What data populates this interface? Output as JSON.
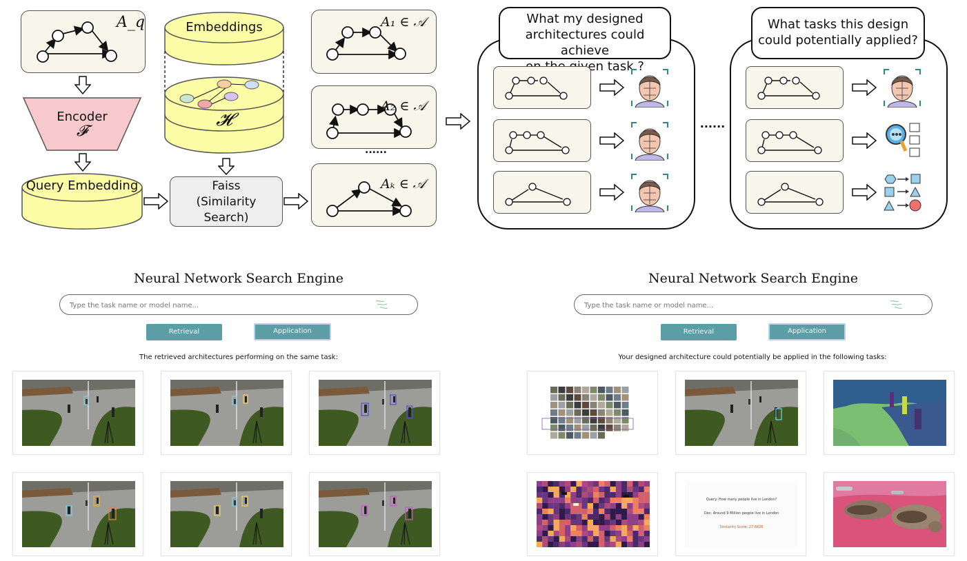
{
  "pipeline": {
    "query_arch_label": "A_q",
    "encoder_label": "Encoder",
    "encoder_symbol": "𝓕",
    "embeddings_label": "Embeddings",
    "index_symbol": "𝓗",
    "query_embedding_label": "Query Embedding",
    "faiss_label_line1": "Faiss",
    "faiss_label_line2": "(Similarity",
    "faiss_label_line3": "Search)",
    "result_labels": [
      "A₁ ∈ 𝒜",
      "A₂ ∈ 𝒜",
      "Aₖ ∈ 𝒜"
    ],
    "result_ellipsis": "......",
    "middle_ellipsis": "......"
  },
  "panels": {
    "achieve_question_line1": "What my designed",
    "achieve_question_line2": "architectures could achieve",
    "achieve_question_line3": "on the given task ?",
    "apply_question_line1": "What tasks this design",
    "apply_question_line2": "could potentially applied?"
  },
  "engines": [
    {
      "title": "Neural Network Search Engine",
      "placeholder": "Type the task name or model name...",
      "retrieval_label": "Retrieval",
      "application_label": "Application",
      "caption": "The retrieved architectures performing on the same task:"
    },
    {
      "title": "Neural Network Search Engine",
      "placeholder": "Type the task name or model name...",
      "retrieval_label": "Retrieval",
      "application_label": "Application",
      "caption": "Your designed architecture could potentially be applied in the following tasks:",
      "qa_card": {
        "query": "Query: How many people live in London?",
        "doc": "Doc: Around 9 Million people live in London",
        "score": "Similarity Score: 27.6826"
      }
    }
  ],
  "colors": {
    "card_fill": "#f8f5ea",
    "encoder_fill": "#f7c9cc",
    "db_fill": "#fdfca6",
    "faiss_fill": "#eeeeee",
    "button": "#5b9ea6",
    "grass": "#3e5a22",
    "road": "#9c9c98"
  }
}
